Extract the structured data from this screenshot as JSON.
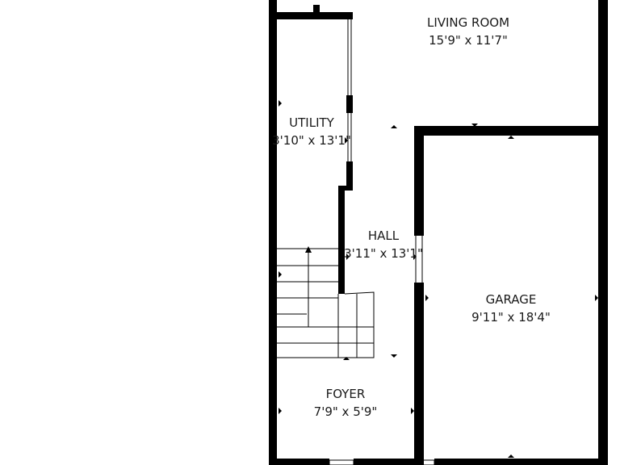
{
  "colors": {
    "wall": "#000000",
    "line": "#000000",
    "text": "#1a1a1a",
    "background": "#ffffff"
  },
  "rooms": {
    "living_room": {
      "name": "LIVING ROOM",
      "dims": "15'9\" x 11'7\""
    },
    "utility": {
      "name": "UTILITY",
      "dims": "3'10\" x 13'1\""
    },
    "hall": {
      "name": "HALL",
      "dims": "3'11\" x 13'1\""
    },
    "garage": {
      "name": "GARAGE",
      "dims": "9'11\" x 18'4\""
    },
    "foyer": {
      "name": "FOYER",
      "dims": "7'9\" x 5'9\""
    }
  }
}
